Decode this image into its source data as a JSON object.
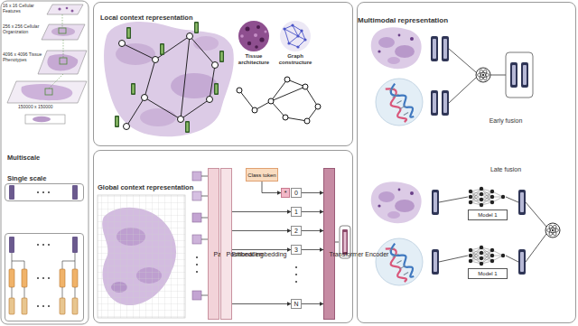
{
  "diagram": {
    "nodes": [
      {
        "text": [
          "Single scale"
        ]
      },
      {
        "text": [
          "Multiscale"
        ]
      },
      {
        "text": [
          "Local context representation"
        ]
      },
      {
        "text": [
          "Global context representation"
        ]
      },
      {
        "text": [
          "Class token"
        ],
        "in": 3
      },
      {
        "text": [
          "*"
        ],
        "in": 3
      },
      {
        "text": [
          "0"
        ],
        "in": 3
      },
      {
        "text": [
          "1"
        ],
        "in": 3
      },
      {
        "text": [
          "2"
        ],
        "in": 3
      },
      {
        "text": [
          "3"
        ],
        "in": 3
      },
      {
        "text": [
          "N"
        ],
        "in": 3
      },
      {
        "text": [
          "Patch Embedding"
        ],
        "in": 3
      },
      {
        "text": [
          "Positional embedding"
        ],
        "in": 3
      },
      {
        "text": [
          "Transformer Encoder"
        ],
        "in": 3
      },
      {
        "text": [
          "Multimodal representation"
        ]
      },
      {
        "text": [
          "Model 1"
        ],
        "in": 14
      },
      {
        "text": [
          "Model 1"
        ],
        "in": 14
      }
    ],
    "edges": [
      {
        "from": 4,
        "to": 5,
        "arrow": "to"
      },
      {
        "from": 12,
        "to": 7,
        "arrow": "to"
      },
      {
        "from": 12,
        "to": 8,
        "arrow": "to"
      },
      {
        "from": 12,
        "to": 9,
        "arrow": "to"
      },
      {
        "from": 12,
        "to": 10,
        "arrow": "to"
      },
      {
        "from": 6,
        "to": 13,
        "arrow": "to"
      },
      {
        "from": 7,
        "to": 13,
        "arrow": "to"
      },
      {
        "from": 8,
        "to": 13,
        "arrow": "to"
      },
      {
        "from": 9,
        "to": 13,
        "arrow": "to"
      },
      {
        "from": 10,
        "to": 13,
        "arrow": "to"
      }
    ],
    "labels": [
      "16 x 16 Cellular Features",
      "256 x 256 Cellular Organization",
      "4096 x 4096 Tissue Phenotypes",
      "150000 x 150000",
      "Tissue architecture",
      "Graph constructure",
      "Early fusion",
      "Late fusion"
    ]
  }
}
